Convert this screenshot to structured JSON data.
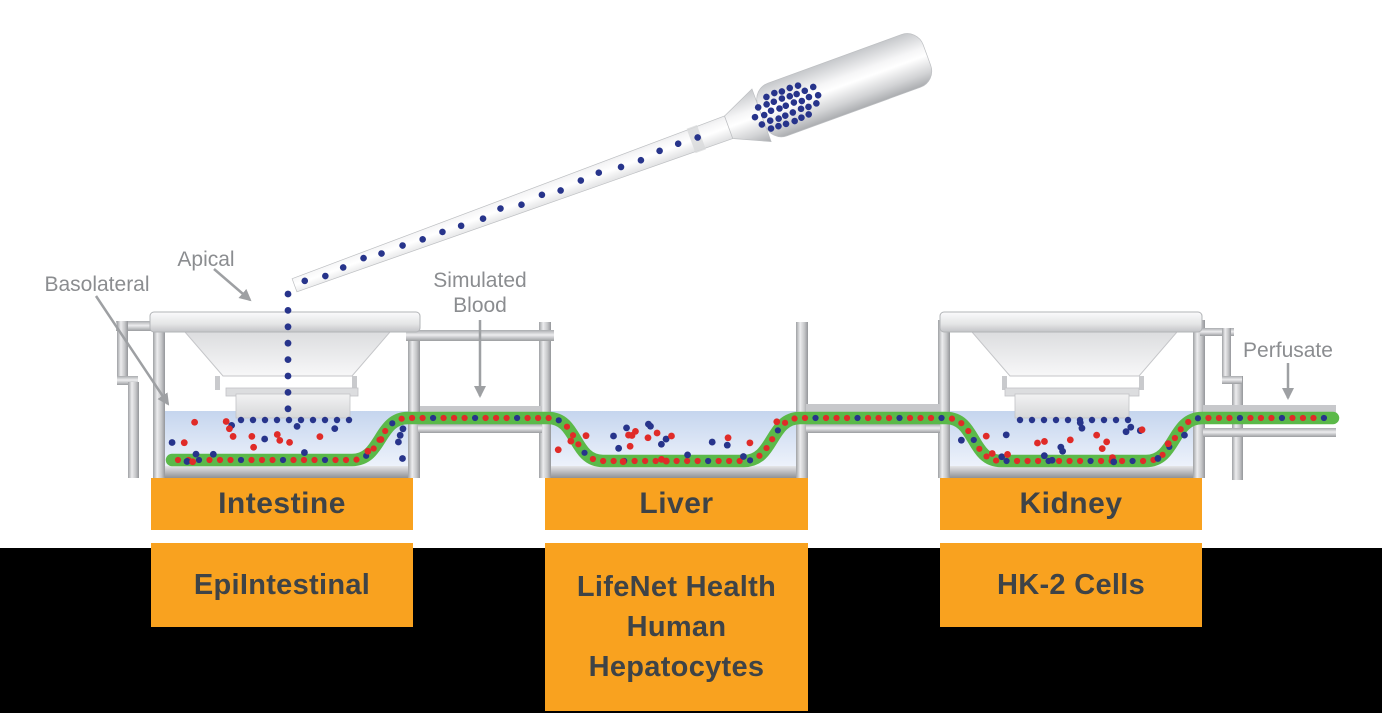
{
  "figure": {
    "title": "Multi-organ microfluidic chip diagram",
    "annotations": {
      "basolateral": "Basolateral",
      "apical": "Apical",
      "simulated_blood": "Simulated Blood",
      "perfusate": "Perfusate"
    },
    "organs": [
      {
        "label": "Intestine",
        "model": "EpiIntestinal"
      },
      {
        "label": "Liver",
        "model": "LifeNet Health Human Hepatocytes"
      },
      {
        "label": "Kidney",
        "model": "HK-2 Cells"
      }
    ],
    "colors": {
      "label_box_orange": "#F9A21F",
      "box_text": "#3E4347",
      "annotation_gray": "#8B8D90",
      "channel_green": "#5BB949",
      "dot_red": "#E02B28",
      "dot_blue": "#27348B",
      "liquid_blue_top": "#C5D5EE",
      "liquid_blue_bottom": "#EDF2FB",
      "background_bottom": "#000000"
    }
  }
}
